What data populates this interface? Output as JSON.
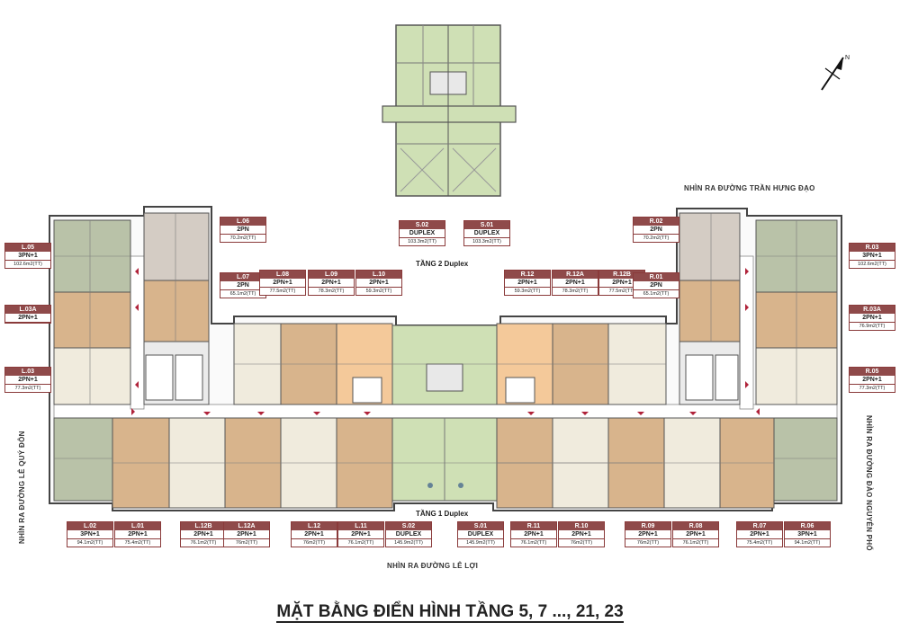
{
  "title": "MẶT BẰNG ĐIỂN HÌNH TẦNG 5, 7 ..., 21, 23",
  "colors": {
    "sage": "#b9c2a8",
    "tan": "#d8b48c",
    "cream": "#f0ebdd",
    "taupe": "#d4ccc4",
    "light_green": "#cfe0b5",
    "label_red": "#8f4a4a"
  },
  "streets": {
    "top": "NHÌN RA ĐƯỜNG TRẦN HƯNG ĐẠO",
    "bottom": "NHÌN RA ĐƯỜNG LÊ LỢI",
    "left": "NHÌN RA ĐƯỜNG LÊ QUÝ ĐÔN",
    "right": "NHÌN RA ĐƯỜNG ĐÀO NGUYÊN PHỐ"
  },
  "floor_captions": {
    "duplex2": "TẦNG 2 Duplex",
    "duplex1": "TẦNG 1 Duplex"
  },
  "compass": "north-arrow-icon",
  "units": [
    {
      "code": "S.02",
      "type": "DUPLEX",
      "area": "103.3m2(TT)"
    },
    {
      "code": "S.01",
      "type": "DUPLEX",
      "area": "103.3m2(TT)"
    },
    {
      "code": "L.06",
      "type": "2PN",
      "area": "70.2m2(TT)"
    },
    {
      "code": "L.05",
      "type": "3PN+1",
      "area": "102.6m2(TT)"
    },
    {
      "code": "L.07",
      "type": "2PN",
      "area": "65.1m2(TT)"
    },
    {
      "code": "L.08",
      "type": "2PN+1",
      "area": "77.5m2(TT)"
    },
    {
      "code": "L.09",
      "type": "2PN+1",
      "area": "78.3m2(TT)"
    },
    {
      "code": "L.10",
      "type": "2PN+1",
      "area": "59.3m2(TT)"
    },
    {
      "code": "L.03A",
      "type": "2PN+1",
      "area": ""
    },
    {
      "code": "L.03",
      "type": "2PN+1",
      "area": "77.3m2(TT)"
    },
    {
      "code": "R.02",
      "type": "2PN",
      "area": "70.2m2(TT)"
    },
    {
      "code": "R.03",
      "type": "3PN+1",
      "area": "102.6m2(TT)"
    },
    {
      "code": "R.12",
      "type": "2PN+1",
      "area": "59.3m2(TT)"
    },
    {
      "code": "R.12A",
      "type": "2PN+1",
      "area": "78.3m2(TT)"
    },
    {
      "code": "R.12B",
      "type": "2PN+1",
      "area": "77.5m2(TT)"
    },
    {
      "code": "R.01",
      "type": "2PN",
      "area": "65.1m2(TT)"
    },
    {
      "code": "R.03A",
      "type": "2PN+1",
      "area": "76.9m2(TT)"
    },
    {
      "code": "R.05",
      "type": "2PN+1",
      "area": "77.3m2(TT)"
    },
    {
      "code": "L.02",
      "type": "3PN+1",
      "area": "94.1m2(TT)"
    },
    {
      "code": "L.01",
      "type": "2PN+1",
      "area": "75.4m2(TT)"
    },
    {
      "code": "L.12B",
      "type": "2PN+1",
      "area": "76.1m2(TT)"
    },
    {
      "code": "L.12A",
      "type": "2PN+1",
      "area": "76m2(TT)"
    },
    {
      "code": "L.12",
      "type": "2PN+1",
      "area": "76m2(TT)"
    },
    {
      "code": "L.11",
      "type": "2PN+1",
      "area": "76.1m2(TT)"
    },
    {
      "code": "S.02",
      "type": "DUPLEX",
      "area": "145.9m2(TT)"
    },
    {
      "code": "S.01",
      "type": "DUPLEX",
      "area": "145.9m2(TT)"
    },
    {
      "code": "R.11",
      "type": "2PN+1",
      "area": "76.1m2(TT)"
    },
    {
      "code": "R.10",
      "type": "2PN+1",
      "area": "76m2(TT)"
    },
    {
      "code": "R.09",
      "type": "2PN+1",
      "area": "76m2(TT)"
    },
    {
      "code": "R.08",
      "type": "2PN+1",
      "area": "76.1m2(TT)"
    },
    {
      "code": "R.07",
      "type": "2PN+1",
      "area": "75.4m2(TT)"
    },
    {
      "code": "R.06",
      "type": "3PN+1",
      "area": "94.1m2(TT)"
    }
  ]
}
